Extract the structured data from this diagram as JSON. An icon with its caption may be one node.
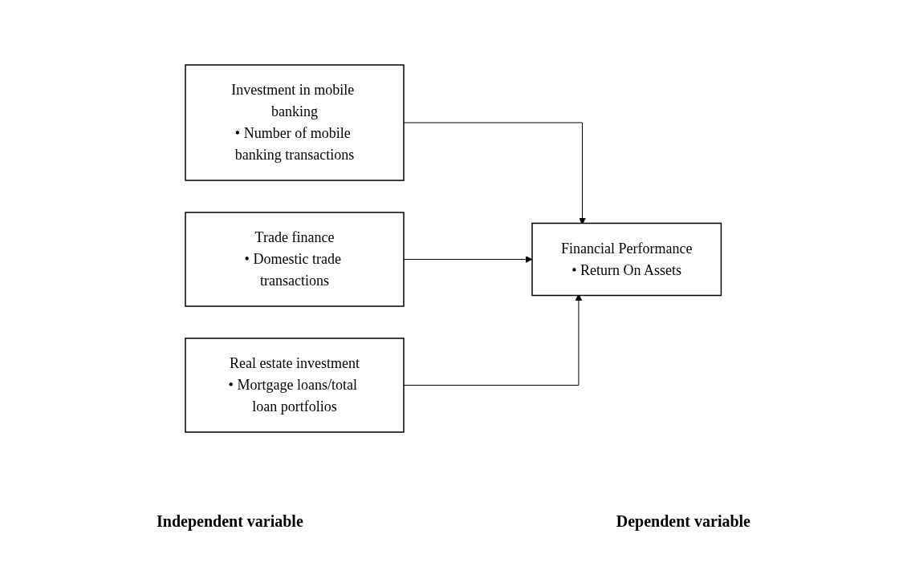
{
  "diagram": {
    "nodes": [
      {
        "text": [
          "Investment in mobile banking",
          "• Number of mobile banking transactions"
        ]
      },
      {
        "text": [
          "Trade finance",
          "• Domestic trade transactions"
        ]
      },
      {
        "text": [
          "Real estate investment",
          "• Mortgage loans/total loan portfolios"
        ]
      },
      {
        "text": [
          "Financial Performance",
          "• Return On Assets"
        ]
      }
    ],
    "edges": [
      {
        "from": 0,
        "to": 3,
        "arrow": "to"
      },
      {
        "from": 1,
        "to": 3,
        "arrow": "to"
      },
      {
        "from": 2,
        "to": 3,
        "arrow": "to"
      }
    ],
    "labels": [
      "Independent variable",
      "Dependent variable"
    ]
  }
}
